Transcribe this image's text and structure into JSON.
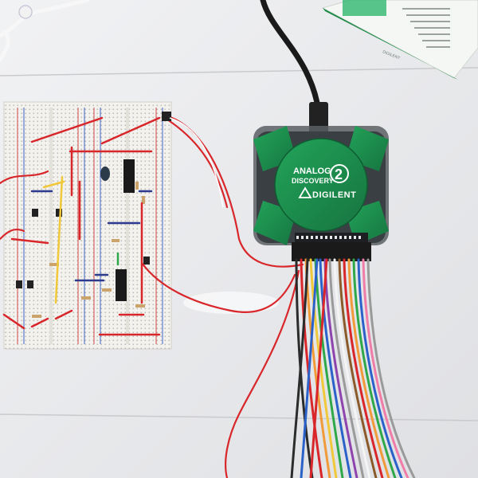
{
  "device": {
    "line1": "ANALOG",
    "line2": "DISCOVERY",
    "version": "2",
    "brand": "DIGILENT"
  },
  "card": {
    "brand": "DIGILENT"
  },
  "colors": {
    "table": "#e9eaec",
    "device_green": "#1d8f4e",
    "device_body": "#3a3f44",
    "breadboard": "#f3f2ee",
    "red_wire": "#d8262a"
  }
}
